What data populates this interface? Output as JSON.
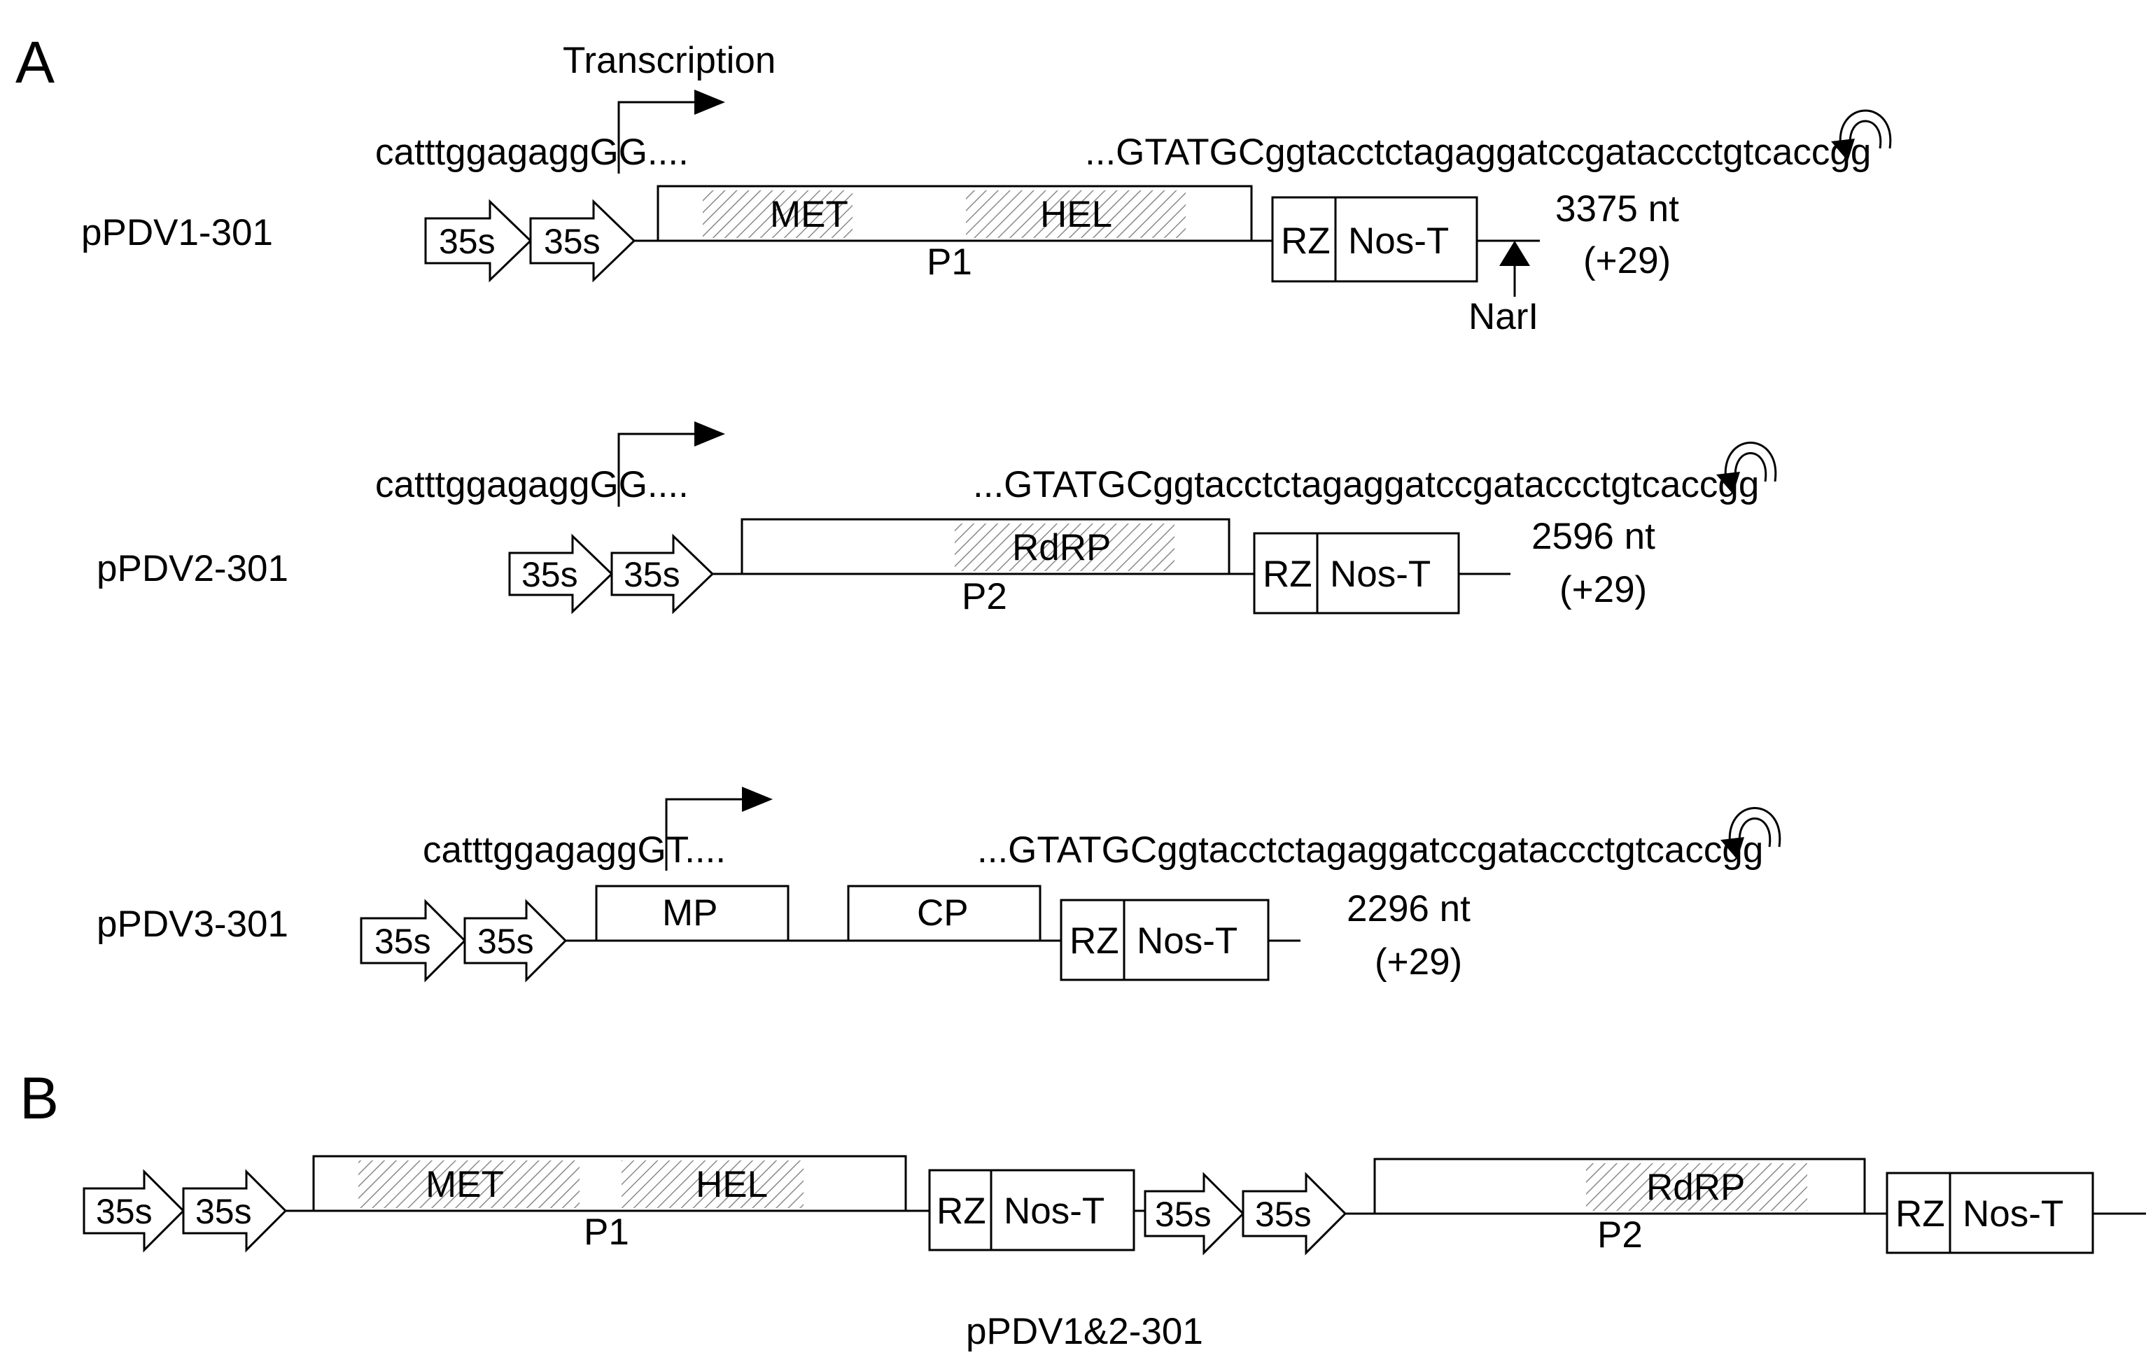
{
  "panels": {
    "a": "A",
    "b": "B"
  },
  "transcription_label": "Transcription",
  "promoter_label": "35s",
  "constructs": [
    {
      "name": "pPDV1-301",
      "seq_start": "catttggagaggGG....",
      "seq_end": "...GTATGCggtacctctagaggatccgataccctgtcaccgg",
      "genes": [
        "MET",
        "HEL"
      ],
      "orf": "P1",
      "ribozyme": "RZ",
      "terminator": "Nos-T",
      "length": "3375 nt",
      "extra": "(+29)",
      "site": "NarI"
    },
    {
      "name": "pPDV2-301",
      "seq_start": "catttggagaggGG....",
      "seq_end": "...GTATGCggtacctctagaggatccgataccctgtcaccgg",
      "genes": [
        "RdRP"
      ],
      "orf": "P2",
      "ribozyme": "RZ",
      "terminator": "Nos-T",
      "length": "2596 nt",
      "extra": "(+29)"
    },
    {
      "name": "pPDV3-301",
      "seq_start": "catttggagaggGT....",
      "seq_end": "...GTATGCggtacctctagaggatccgataccctgtcaccgg",
      "genes": [
        "MP",
        "CP"
      ],
      "ribozyme": "RZ",
      "terminator": "Nos-T",
      "length": "2296 nt",
      "extra": "(+29)"
    }
  ],
  "combined": {
    "name": "pPDV1&2-301",
    "genes_p1": [
      "MET",
      "HEL"
    ],
    "orf_p1": "P1",
    "genes_p2": [
      "RdRP"
    ],
    "orf_p2": "P2",
    "ribozyme": "RZ",
    "terminator": "Nos-T"
  }
}
